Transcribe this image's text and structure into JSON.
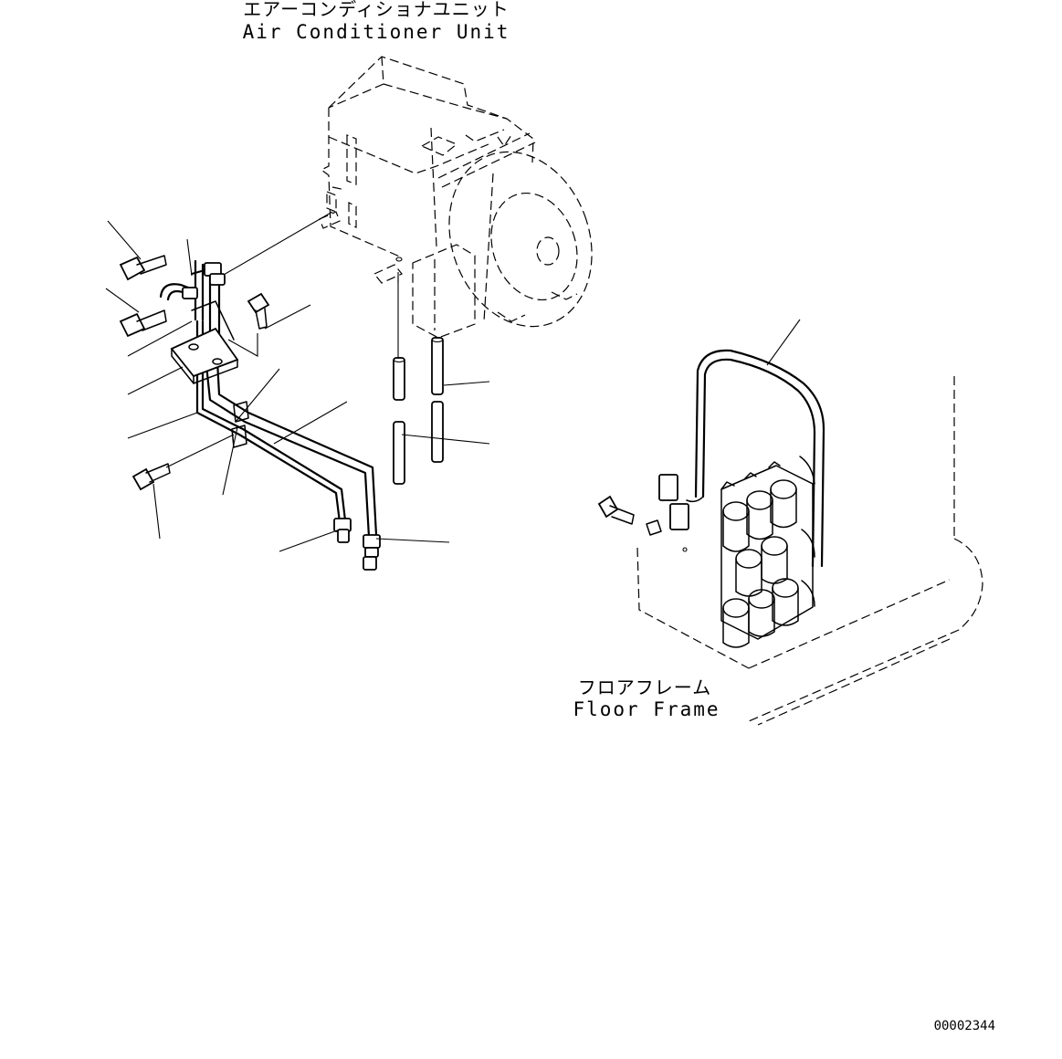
{
  "labels": {
    "ac_unit_jp": "エアーコンディショナユニット",
    "ac_unit_en": "Air Conditioner Unit",
    "floor_frame_jp": "フロアフレーム",
    "floor_frame_en": "Floor Frame",
    "drawing_number": "00002344"
  }
}
